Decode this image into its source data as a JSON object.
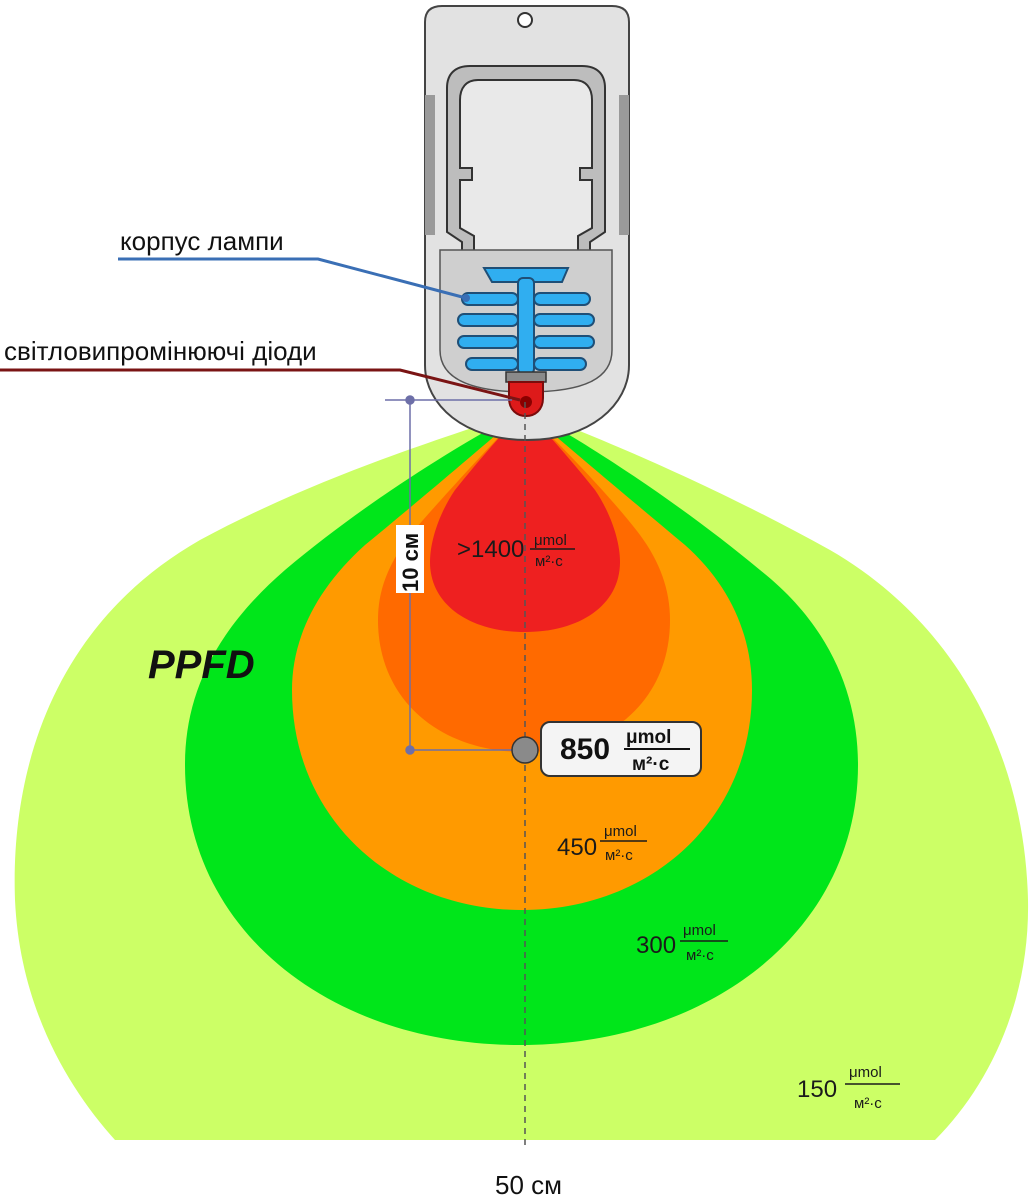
{
  "labels": {
    "lamp_body": "корпус лампи",
    "leds": "світловипромінюючі діоди",
    "ppfd": "PPFD",
    "height": "10 см",
    "width": "50 см"
  },
  "units": {
    "numerator": "μmol",
    "denominator": "м²·с"
  },
  "zones": [
    {
      "value": ">1400",
      "color": "#ee2020"
    },
    {
      "value": "850",
      "color": "#ff6a00"
    },
    {
      "value": "450",
      "color": "#ff9a00"
    },
    {
      "value": "300",
      "color": "#00e61a"
    },
    {
      "value": "150",
      "color": "#ccff66"
    }
  ],
  "colors": {
    "lamp_housing": "#e2e2e2",
    "led_heatsink": "#30aef0",
    "leader_body": "#3a6fb5",
    "leader_leds": "#7a1414",
    "dimension_line": "#6d6fa8"
  }
}
